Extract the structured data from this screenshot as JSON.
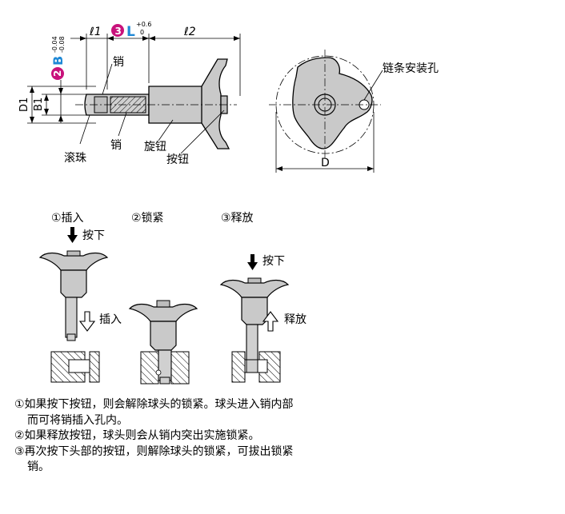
{
  "part_diagram": {
    "dims": {
      "l1": "ℓ1",
      "l2": "ℓ2",
      "L_num": "3",
      "L": "L",
      "L_tol_upper": "+0.6",
      "L_tol_lower": "0",
      "B_num": "2",
      "B": "B",
      "B_tol_upper": "-0.04",
      "B_tol_lower": "-0.08",
      "D1": "D1",
      "B1": "B1",
      "D": "D"
    },
    "labels": {
      "pin_top": "销",
      "pin_bottom": "销",
      "ball": "滚珠",
      "knob": "旋钮",
      "button": "按钮",
      "chain_hole": "链条安装孔"
    },
    "colors": {
      "badge_magenta": "#c8127b",
      "dim_blue": "#1e88d6",
      "body_gray": "#c9c9c9",
      "hatch": "#000000"
    }
  },
  "steps": [
    {
      "title": "①插入",
      "push": "按下",
      "action": "插入"
    },
    {
      "title": "②锁紧"
    },
    {
      "title": "③释放",
      "push": "按下",
      "action": "释放"
    }
  ],
  "notes": [
    "①如果按下按钮，则会解除球头的锁紧。球头进入销内部而可将销插入孔内。",
    "②如果释放按钮，球头则会从销内突出实施锁紧。",
    "③再次按下头部的按钮，则解除球头的锁紧，可拔出锁紧销。"
  ]
}
